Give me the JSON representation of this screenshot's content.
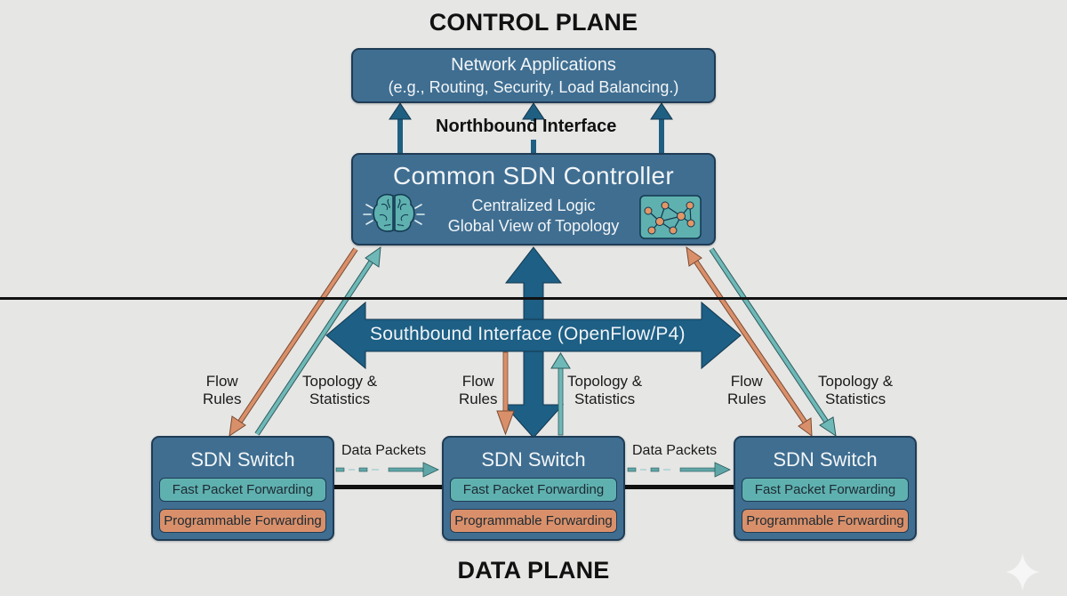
{
  "diagram": {
    "control_plane_title": "CONTROL PLANE",
    "data_plane_title": "DATA PLANE",
    "network_applications": {
      "title": "Network Applications",
      "subtitle": "(e.g., Routing, Security, Load Balancing.)"
    },
    "northbound_label": "Northbound Interface",
    "controller": {
      "title": "Common SDN Controller",
      "line1": "Centralized Logic",
      "line2": "Global View of Topology",
      "left_icon": "brain-icon",
      "right_icon": "network-topology-icon"
    },
    "southbound_label": "Southbound Interface (OpenFlow/P4)",
    "flow_rules_label": [
      "Flow",
      "Rules"
    ],
    "topology_label": [
      "Topology &",
      "Statistics"
    ],
    "data_packets_label": "Data Packets",
    "switches": [
      {
        "title": "SDN Switch",
        "fast": "Fast Packet Forwarding",
        "prog": "Programmable Forwarding"
      },
      {
        "title": "SDN Switch",
        "fast": "Fast Packet Forwarding",
        "prog": "Programmable Forwarding"
      },
      {
        "title": "SDN Switch",
        "fast": "Fast Packet Forwarding",
        "prog": "Programmable Forwarding"
      }
    ],
    "colors": {
      "box_fill": "#3f6e91",
      "box_border": "#1f3c55",
      "interface_arrow": "#1f5f82",
      "flow_rules": "#d9906a",
      "topology": "#6fb8b8",
      "fast_forwarding": "#5fb1b0",
      "programmable_forwarding": "#d9906a",
      "background": "#e6e6e5"
    },
    "watermark_icon": "sparkle-icon"
  }
}
